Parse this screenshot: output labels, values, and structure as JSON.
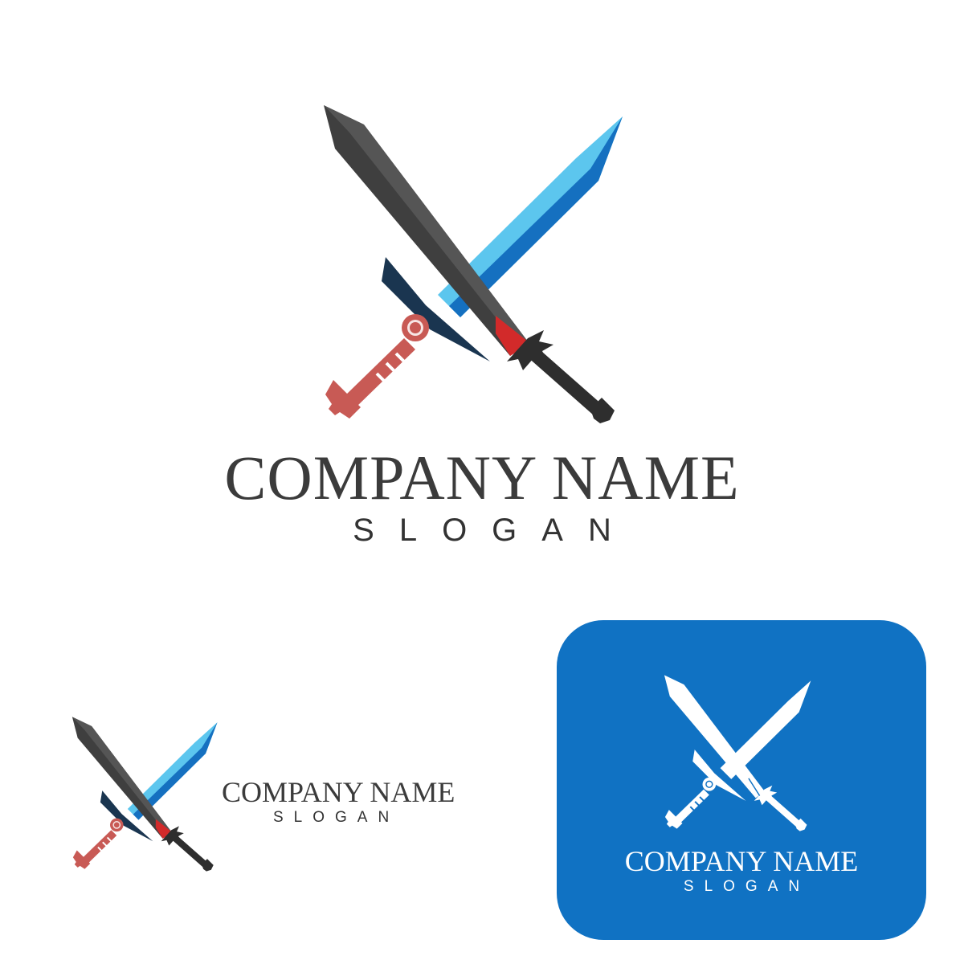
{
  "main_logo": {
    "company_name": "COMPANY NAME",
    "slogan": "SLOGAN"
  },
  "small_logo": {
    "company_name": "COMPANY NAME",
    "slogan": "SLOGAN"
  },
  "app_tile": {
    "company_name": "COMPANY NAME",
    "slogan": "SLOGAN"
  },
  "icons": [
    "crossed-swords-icon",
    "crossed-swords-icon",
    "crossed-swords-white-icon"
  ],
  "colors": {
    "dark_blade": "#3f3f3f",
    "blue_blade_light": "#5cc6ee",
    "blue_blade_dark": "#1570c0",
    "hilt_red": "#c85a55",
    "guard_navy": "#1a3550",
    "accent_red": "#d22a2a",
    "tile_blue": "#1072c3",
    "text_dark": "#3b3b3b",
    "white": "#ffffff"
  }
}
